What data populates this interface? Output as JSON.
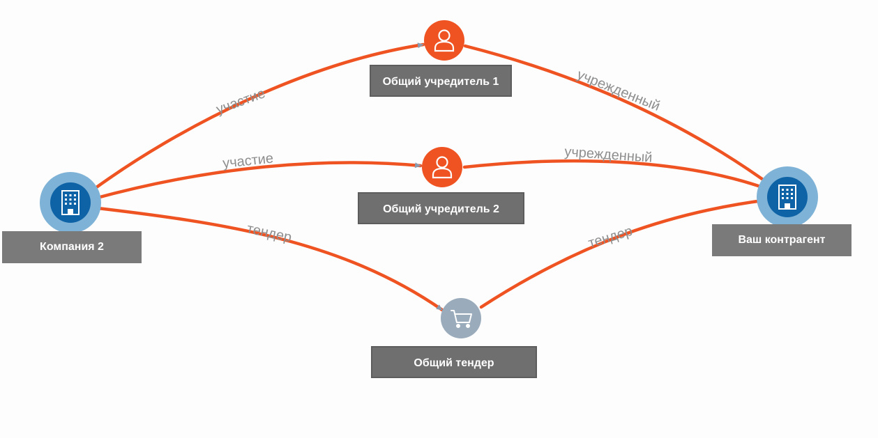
{
  "colors": {
    "edge": "#ef5322",
    "person_node": "#ef5322",
    "company_node_inner": "#0e63a6",
    "company_node_halo": "#7eb2d6",
    "tender_node": "#9aabbb",
    "label_background": "#6f6f6f",
    "edge_label_text": "#8e8e8e"
  },
  "nodes": {
    "company2": {
      "label": "Компания 2",
      "icon": "building-icon"
    },
    "founder1": {
      "label": "Общий учредитель 1",
      "icon": "person-icon"
    },
    "founder2": {
      "label": "Общий учредитель 2",
      "icon": "person-icon"
    },
    "tender": {
      "label": "Общий тендер",
      "icon": "shopping-cart-icon"
    },
    "counterparty": {
      "label": "Ваш контрагент",
      "icon": "building-icon"
    }
  },
  "edges": [
    {
      "from": "company2",
      "to": "founder1",
      "label": "участие"
    },
    {
      "from": "company2",
      "to": "founder2",
      "label": "участие"
    },
    {
      "from": "company2",
      "to": "tender",
      "label": "тендер"
    },
    {
      "from": "founder1",
      "to": "counterparty",
      "label": "учрежденный"
    },
    {
      "from": "founder2",
      "to": "counterparty",
      "label": "учрежденный"
    },
    {
      "from": "tender",
      "to": "counterparty",
      "label": "тендер"
    }
  ]
}
